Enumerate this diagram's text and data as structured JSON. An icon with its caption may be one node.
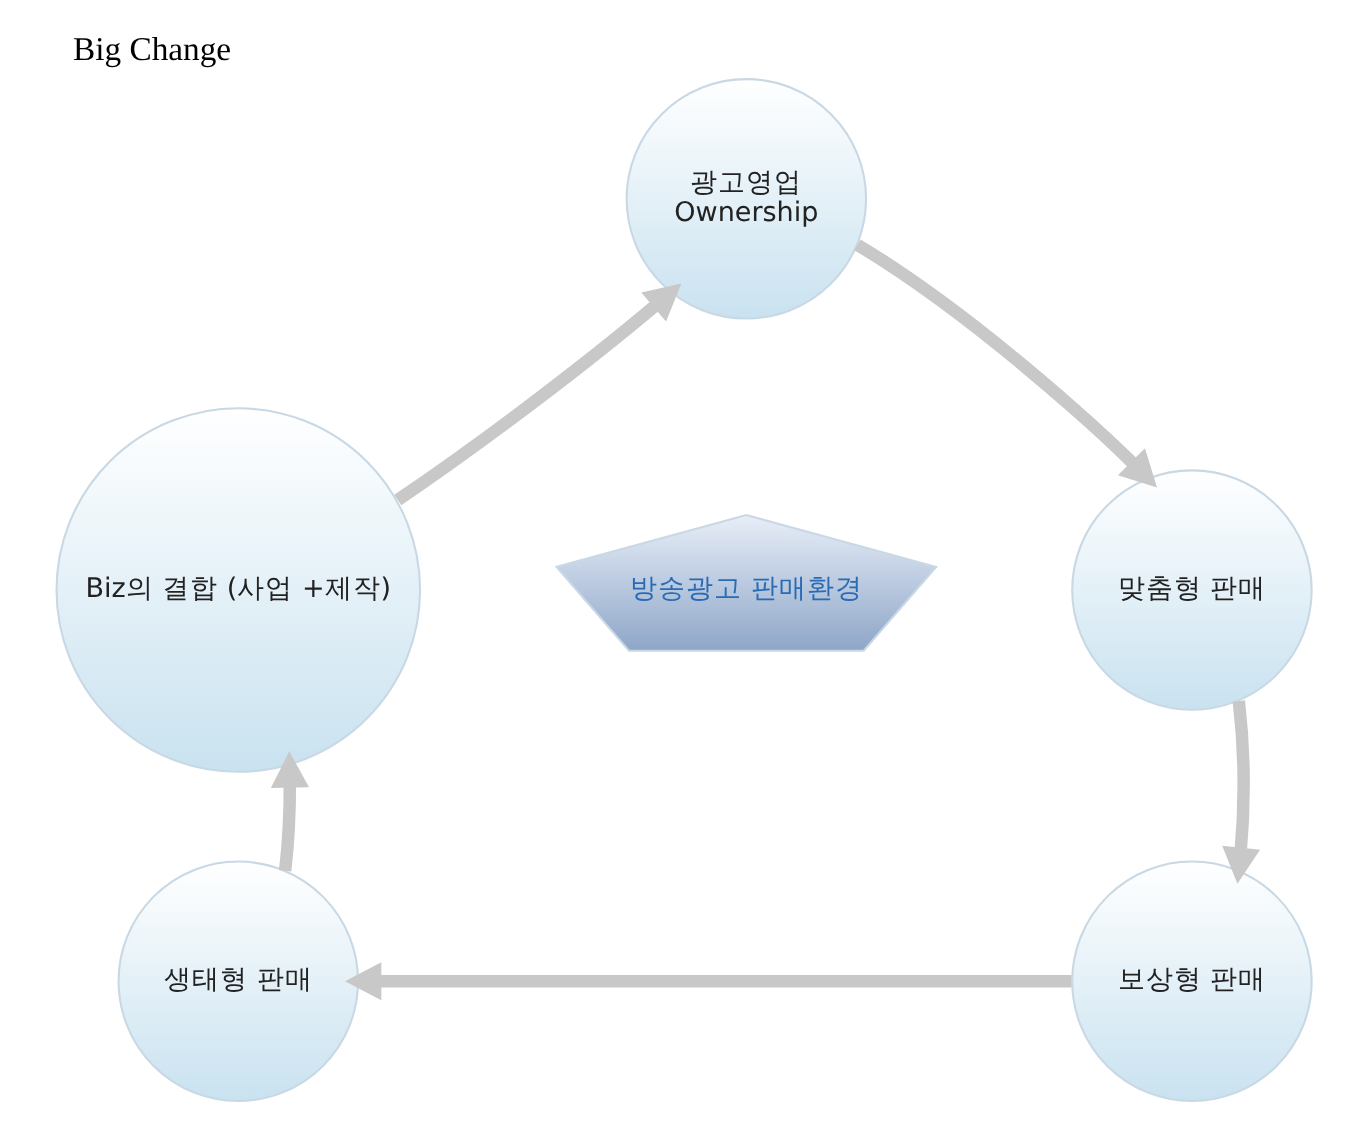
{
  "diagram": {
    "title": "Big Change",
    "nodes": [
      {
        "text": [
          "광고영업",
          "Ownership"
        ]
      },
      {
        "text": [
          "맞춤형 판매"
        ]
      },
      {
        "text": [
          "보상형 판매"
        ]
      },
      {
        "text": [
          "생태형 판매"
        ]
      },
      {
        "text": [
          "Biz의 결합 (사업 +제작)"
        ]
      },
      {
        "text": [
          "방송광고 판매환경"
        ]
      }
    ],
    "edges": [
      {
        "from": 0,
        "to": 1,
        "arrow": "to"
      },
      {
        "from": 1,
        "to": 2,
        "arrow": "to"
      },
      {
        "from": 2,
        "to": 3,
        "arrow": "to"
      },
      {
        "from": 3,
        "to": 4,
        "arrow": "to"
      },
      {
        "from": 4,
        "to": 0,
        "arrow": "to"
      }
    ]
  }
}
